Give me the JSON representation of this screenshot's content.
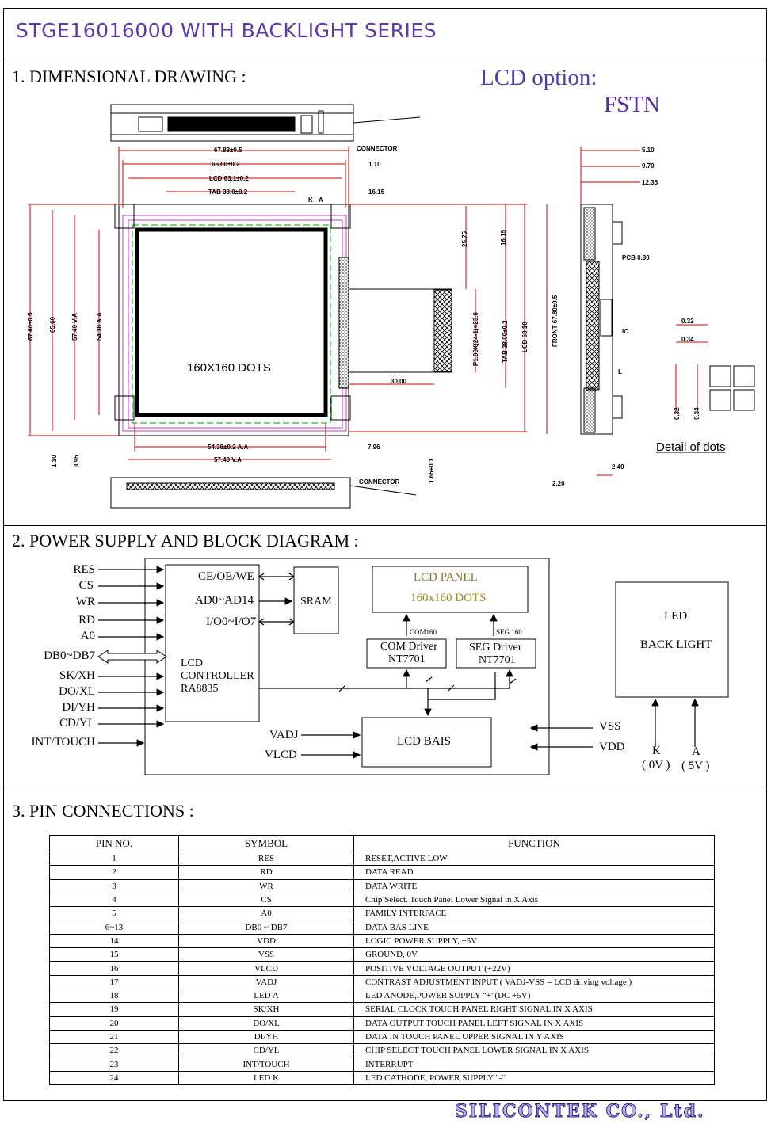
{
  "header": {
    "title": "STGE16016000  WITH BACKLIGHT SERIES"
  },
  "section1": {
    "title": "1. DIMENSIONAL  DRAWING :",
    "lcd_option_label": "LCD option:",
    "lcd_option_value": "FSTN",
    "dots_label": "160X160  DOTS",
    "detail_label": "Detail  of  dots",
    "dims": {
      "d1": "67.83±0.5",
      "d2": "65.60±0.2",
      "d3": "LCD  63.1±0.2",
      "d4": "TAB  38.0±0.2",
      "k": "K",
      "a": "A",
      "connector": "CONNECTOR",
      "d110": "1.10",
      "d1615": "16.15",
      "d2575": "25.75",
      "d1615b": "16.15",
      "pitch": "P1.00X(24-1)=23.0",
      "tab2": "TAB  38.00±0.2",
      "lcd2": "LCD  63.10",
      "d3000": "30.00",
      "h1": "67.80±0.5",
      "h2": "65.60",
      "h3": "57.40  V.A",
      "h4": "54.38  A.A",
      "aa": "54.38±0.2  A.A",
      "va": "57.40  V.A",
      "d796": "7.96",
      "b110": "1.10",
      "b395": "3.95",
      "d165": "1.65+0.1",
      "connector2": "CONNECTOR",
      "s510": "5.10",
      "s970": "9.70",
      "s1235": "12.35",
      "pcb": "PCB  0.80",
      "front": "FRONT  67.80±0.5",
      "ic": "IC",
      "l": "L",
      "s240": "2.40",
      "s220": "2.20",
      "p032a": "0.32",
      "p034a": "0.34",
      "p032b": "0.32",
      "p034b": "0.34"
    }
  },
  "section2": {
    "title": "2. POWER SUPPLY   AND  BLOCK DIAGRAM :",
    "signals": [
      "RES",
      "CS",
      "WR",
      "RD",
      "A0",
      "DB0~DB7",
      "SK/XH",
      "DO/XL",
      "DI/YH",
      "CD/YL",
      "INT/TOUCH"
    ],
    "controller": {
      "ce": "CE/OE/WE",
      "ad": "AD0~AD14",
      "io": "I/O0~I/O7",
      "l1": "LCD",
      "l2": "CONTROLLER",
      "l3": "RA8835"
    },
    "sram": "SRAM",
    "panel": {
      "l1": "LCD  PANEL",
      "l2": "160x160 DOTS"
    },
    "com160": "COM160",
    "seg160": "SEG 160",
    "com_driver": {
      "l1": "COM  Driver",
      "l2": "NT7701"
    },
    "seg_driver": {
      "l1": "SEG  Driver",
      "l2": "NT7701"
    },
    "lcd_bais": "LCD BAIS",
    "vadj": "VADJ",
    "vlcd": "VLCD",
    "vss": "VSS",
    "vdd": "VDD",
    "led": {
      "l1": "LED",
      "l2": "BACK LIGHT"
    },
    "k": "K",
    "k_v": "( 0V )",
    "a": "A",
    "a_v": "( 5V )"
  },
  "section3": {
    "title": "3. PIN  CONNECTIONS :",
    "headers": [
      "PIN  NO.",
      "SYMBOL",
      "FUNCTION"
    ],
    "rows": [
      [
        "1",
        "RES",
        "RESET,ACTIVE LOW"
      ],
      [
        "2",
        "RD",
        "DATA READ"
      ],
      [
        "3",
        "WR",
        "DATA WRITE"
      ],
      [
        "4",
        "CS",
        "Chip Select. Touch Panel Lower Signal in X Axis"
      ],
      [
        "5",
        "A0",
        "FAMILY INTERFACE"
      ],
      [
        "6~13",
        "DB0 ~ DB7",
        "DATA BAS LINE"
      ],
      [
        "14",
        "VDD",
        "LOGIC  POWER  SUPPLY,  +5V"
      ],
      [
        "15",
        "VSS",
        "GROUND, 0V"
      ],
      [
        "16",
        "VLCD",
        "POSITIVE VOLTAGE OUTPUT (+22V)"
      ],
      [
        "17",
        "VADJ",
        "CONTRAST ADJUSTMENT INPUT ( VADJ-VSS = LCD driving voltage )"
      ],
      [
        "18",
        "LED A",
        "LED ANODE,POWER SUPPLY \"+\"(DC +5V)"
      ],
      [
        "19",
        "SK/XH",
        "SERIAL CLOCK TOUCH PANEL RIGHT SIGNAL IN X AXIS"
      ],
      [
        "20",
        "DO/XL",
        "DATA OUTPUT TOUCH PANEL LEFT SIGNAL IN X AXIS"
      ],
      [
        "21",
        "DI/YH",
        "DATA IN TOUCH PANEL UPPER SIGNAL IN Y AXIS"
      ],
      [
        "22",
        "CD/YL",
        "CHIP SELECT TOUCH PANEL LOWER SIGNAL IN X AXIS"
      ],
      [
        "23",
        "INT/TOUCH",
        "INTERRUPT"
      ],
      [
        "24",
        "LED K",
        "LED CATHODE, POWER SUPPLY \"-\""
      ]
    ]
  },
  "footer": {
    "company": "SILICONTEK CO., Ltd."
  }
}
